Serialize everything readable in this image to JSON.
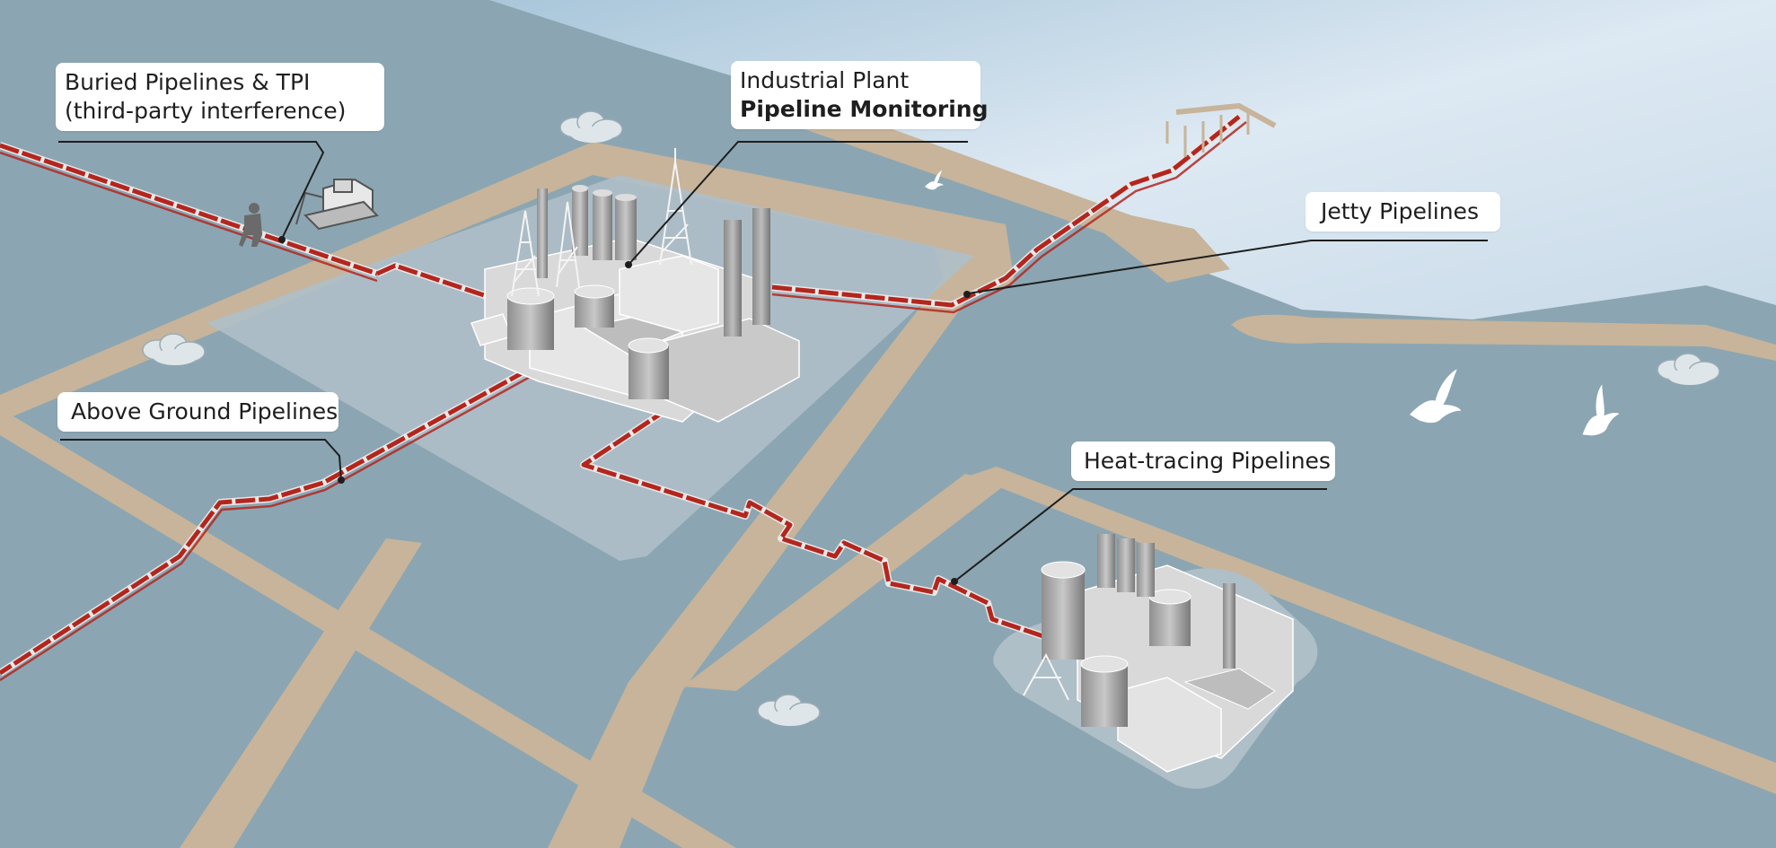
{
  "labels": {
    "buried": {
      "line1": "Buried Pipelines & TPI",
      "line2": "(third-party interference)"
    },
    "plant": {
      "line1": "Industrial Plant",
      "line2": "Pipeline Monitoring"
    },
    "jetty": {
      "line1": "Jetty Pipelines"
    },
    "above_ground": {
      "line1": "Above Ground Pipelines"
    },
    "heat_tracing": {
      "line1": "Heat-tracing Pipelines"
    }
  },
  "colors": {
    "ground": "#8ba6b2",
    "sea": "#c9dbe8",
    "sand_path": "#c7b49a",
    "plant_pad": "#aebfc8",
    "pipeline": "#b3261e",
    "building": "#dcdcdc",
    "label_bg": "#ffffff",
    "leader_line": "#1e1e1e"
  },
  "icons": [
    "excavator-icon",
    "worker-icon",
    "seagull-icon",
    "cloud-icon",
    "storage-tank-icon",
    "chimney-icon",
    "drilling-rig-icon"
  ]
}
